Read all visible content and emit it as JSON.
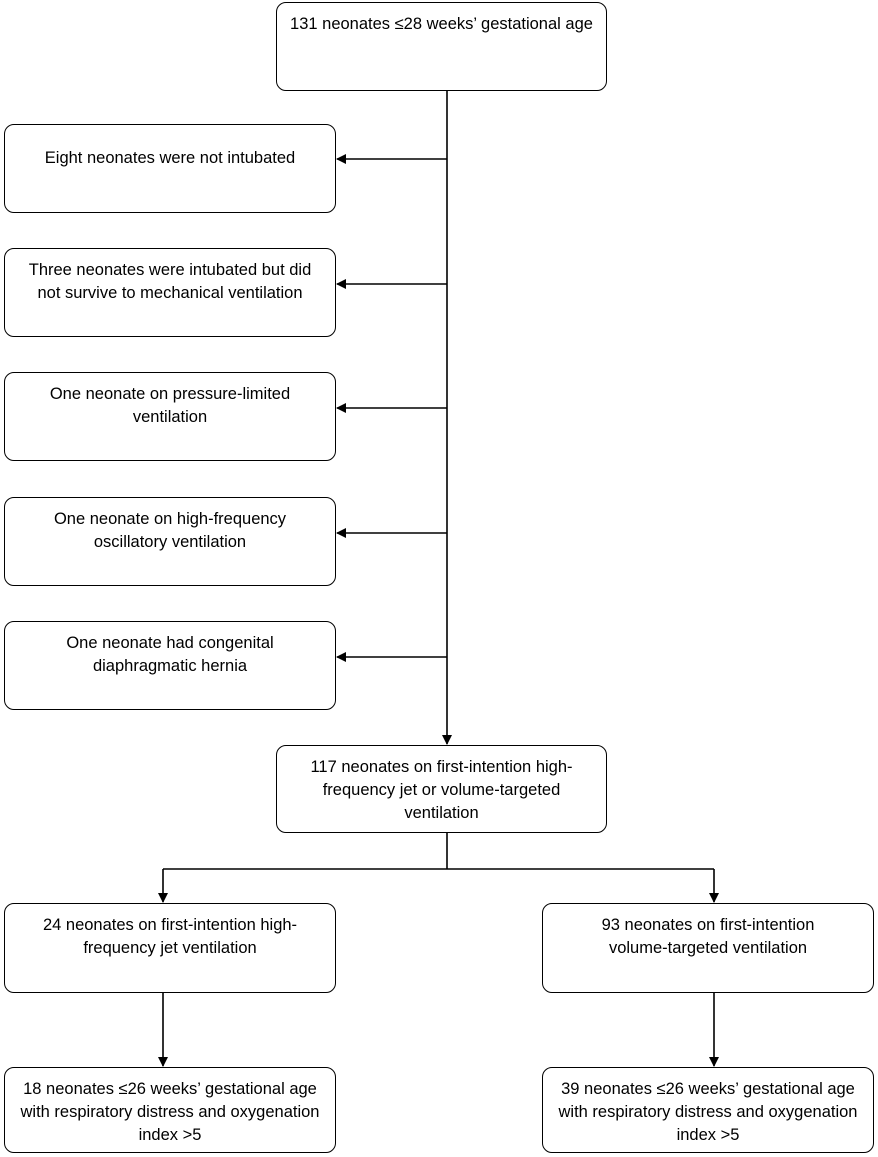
{
  "flowchart": {
    "top": "131 neonates ≤28 weeks’ gestational age",
    "exclusions": [
      "Eight neonates were not intubated",
      "Three neonates were intubated but did not survive to mechanical ventilation",
      "One neonate on pressure-limited ventilation",
      "One neonate on high-frequency oscillatory ventilation",
      "One neonate had congenital diaphragmatic hernia"
    ],
    "middle": "117 neonates on first-intention high-frequency jet or volume-targeted ventilation",
    "left_group": "24 neonates on first-intention high-frequency jet ventilation",
    "right_group": "93 neonates on first-intention volume-targeted ventilation",
    "left_final": "18 neonates ≤26 weeks’ gestational age with respiratory distress and oxygenation index >5",
    "right_final": "39 neonates ≤26 weeks’ gestational age with respiratory distress and oxygenation index >5"
  }
}
